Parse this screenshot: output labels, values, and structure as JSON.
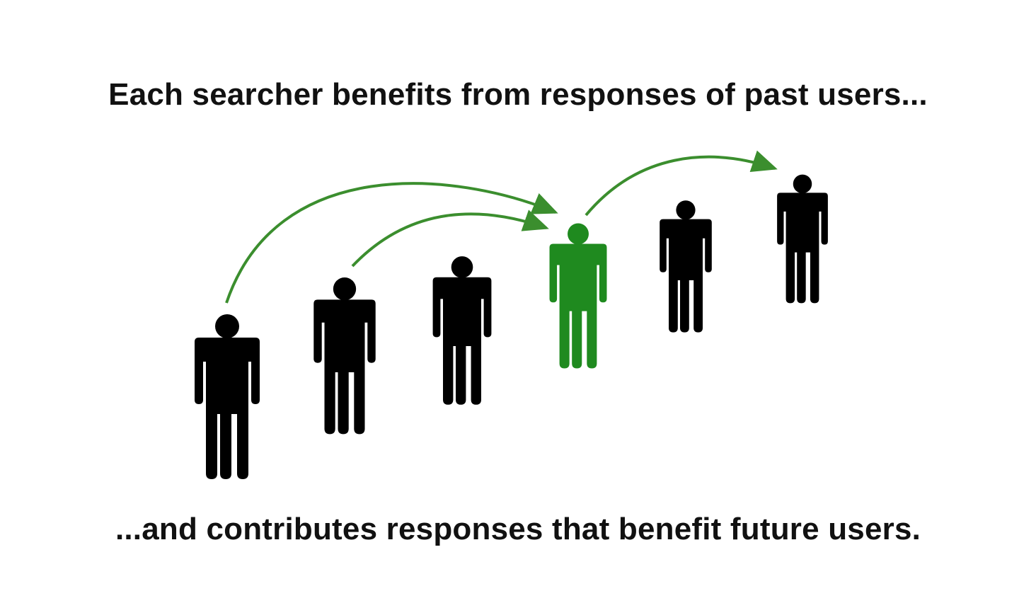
{
  "header": {
    "title": "Each searcher benefits from responses of past users..."
  },
  "footer": {
    "subtitle": "...and contributes responses that benefit future users."
  },
  "colors": {
    "person_default": "#000000",
    "person_highlight": "#1f8a1f",
    "arrow": "#3b8e2e",
    "text": "#111111",
    "background": "#ffffff"
  },
  "people": [
    {
      "id": "past-user-1",
      "highlight": false
    },
    {
      "id": "past-user-2",
      "highlight": false
    },
    {
      "id": "past-user-3",
      "highlight": false
    },
    {
      "id": "current-searcher",
      "highlight": true
    },
    {
      "id": "future-user-1",
      "highlight": false
    },
    {
      "id": "future-user-2",
      "highlight": false
    }
  ],
  "arrows": [
    {
      "from": "past-user-1",
      "to": "current-searcher"
    },
    {
      "from": "past-user-2",
      "to": "current-searcher"
    },
    {
      "from": "current-searcher",
      "to": "future-user-2"
    }
  ]
}
